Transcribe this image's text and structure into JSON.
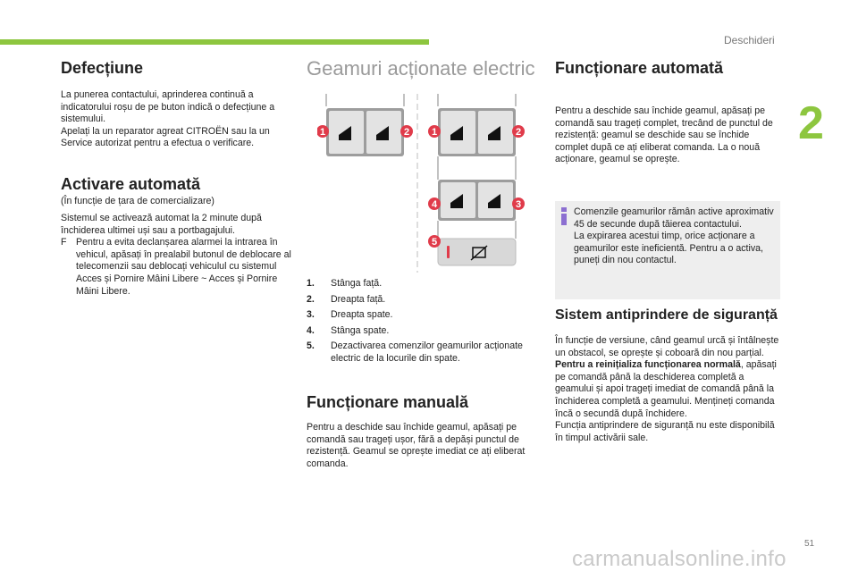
{
  "header": {
    "section": "Deschideri",
    "chapter": "2",
    "page_number": "51"
  },
  "watermark": "carmanualsonline.info",
  "colors": {
    "accent": "#8dc63f",
    "badge": "#e03b4a",
    "info_icon": "#8c6fd1"
  },
  "col1": {
    "defect_title": "Defecțiune",
    "defect_text": "La punerea contactului, aprinderea continuă a indicatorului roșu de pe buton indică o defecțiune a sistemului.\nApelați la un reparator agreat CITROËN sau la un Service autorizat pentru a efectua o verificare.",
    "activ_title": "Activare automată",
    "activ_sub": "(În funcție de țara de comercializare)",
    "activ_text": "Sistemul se activează automat la 2 minute după închiderea ultimei uși sau a portbagajului.",
    "activ_bullet_marker": "F",
    "activ_bullet": "Pentru a evita declanșarea alarmei la intrarea în vehicul, apăsați în prealabil butonul de deblocare al telecomenzii sau deblocați vehiculul cu sistemul Acces și Pornire Mâini Libere ~ Acces și Pornire Mâini Libere."
  },
  "col2": {
    "title": "Geamuri acționate electric",
    "diagram_badges": [
      "1",
      "2",
      "1",
      "2",
      "4",
      "3",
      "5"
    ],
    "legend": [
      {
        "n": "1.",
        "text": "Stânga față."
      },
      {
        "n": "2.",
        "text": "Dreapta față."
      },
      {
        "n": "3.",
        "text": "Dreapta spate."
      },
      {
        "n": "4.",
        "text": "Stânga spate."
      },
      {
        "n": "5.",
        "text": "Dezactivarea comenzilor geamurilor acționate electric de la locurile din spate."
      }
    ],
    "manual_title": "Funcționare manuală",
    "manual_text": "Pentru a deschide sau închide geamul, apăsați pe comandă sau trageți ușor, fără a depăși punctul de rezistență. Geamul se oprește imediat ce ați eliberat comanda."
  },
  "col3": {
    "auto_title": "Funcționare automată",
    "auto_text": "Pentru a deschide sau închide geamul, apăsați pe comandă sau trageți complet, trecând de punctul de rezistență: geamul se deschide sau se închide complet după ce ați eliberat comanda. La o nouă acționare, geamul se oprește.",
    "info_text": "Comenzile geamurilor rămân active aproximativ 45 de secunde după tăierea contactului.\nLa expirarea acestui timp, orice acționare a geamurilor este ineficientă. Pentru a o activa, puneți din nou contactul.",
    "anti_title": "Sistem antiprindere de siguranță",
    "anti_text1": "În funcție de versiune, când geamul urcă și întâlnește un obstacol, se oprește și coboară din nou parțial.",
    "anti_bold": "Pentru a reinițializa funcționarea normală",
    "anti_text2": ", apăsați pe comandă până la deschiderea completă a geamului și apoi trageți imediat de comandă până la închiderea completă a geamului. Mențineți comanda încă o secundă după închidere.\nFuncția antiprindere de siguranță nu este disponibilă în timpul activării sale."
  }
}
